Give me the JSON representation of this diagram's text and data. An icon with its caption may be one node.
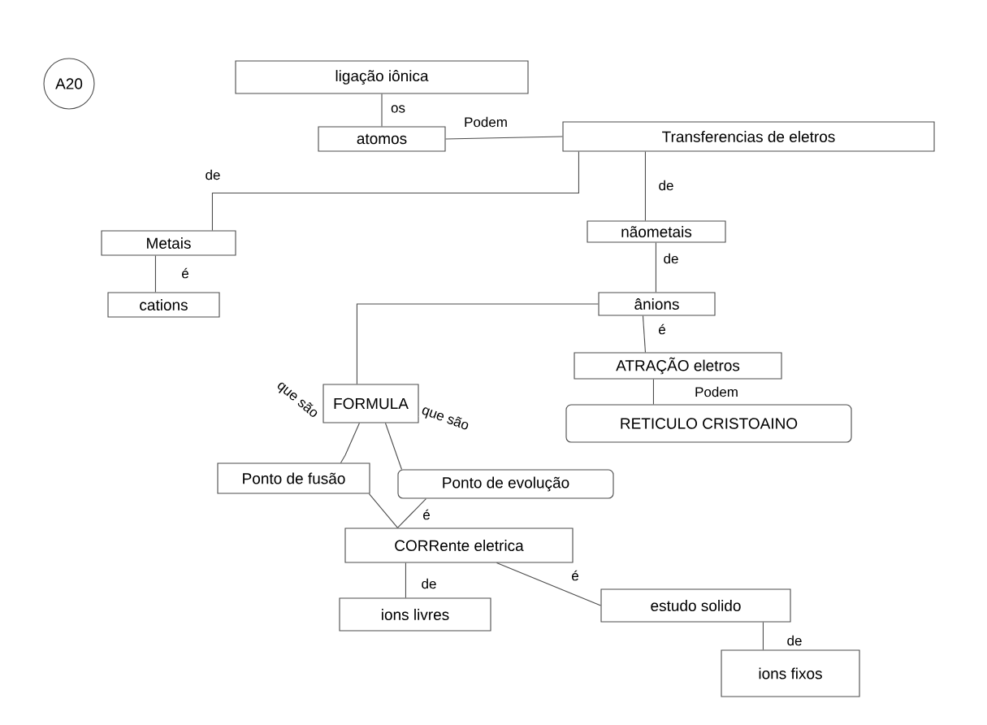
{
  "diagram": {
    "nodes": [
      {
        "text": [
          "ligação iônica"
        ]
      },
      {
        "text": [
          "atomos"
        ]
      },
      {
        "text": [
          "Transferencias de eletros"
        ]
      },
      {
        "text": [
          "Metais"
        ]
      },
      {
        "text": [
          "nãometais"
        ]
      },
      {
        "text": [
          "cations"
        ]
      },
      {
        "text": [
          "ânions"
        ]
      },
      {
        "text": [
          "ATRAÇÃO eletros"
        ]
      },
      {
        "text": [
          "FORMULA"
        ]
      },
      {
        "text": [
          "RETICULO CRISTOAINO"
        ]
      },
      {
        "text": [
          "Ponto de fusão"
        ]
      },
      {
        "text": [
          "Ponto de evolução"
        ]
      },
      {
        "text": [
          "CORRente eletrica"
        ]
      },
      {
        "text": [
          "estudo solido"
        ]
      },
      {
        "text": [
          "ions livres"
        ]
      },
      {
        "text": [
          "ions fixos"
        ]
      }
    ],
    "edges": [
      {
        "from": 0,
        "to": 1,
        "arrow": "none",
        "label": "os"
      },
      {
        "from": 1,
        "to": 2,
        "arrow": "none",
        "label": "Podem"
      },
      {
        "from": 2,
        "to": 3,
        "arrow": "none",
        "label": "de"
      },
      {
        "from": 2,
        "to": 4,
        "arrow": "none",
        "label": "de"
      },
      {
        "from": 3,
        "to": 5,
        "arrow": "none",
        "label": "é"
      },
      {
        "from": 4,
        "to": 6,
        "arrow": "none",
        "label": "de"
      },
      {
        "from": 6,
        "to": 8,
        "arrow": "none"
      },
      {
        "from": 6,
        "to": 7,
        "arrow": "none",
        "label": "é"
      },
      {
        "from": 7,
        "to": 9,
        "arrow": "none",
        "label": "Podem"
      },
      {
        "from": 8,
        "to": 10,
        "arrow": "none",
        "label": "que são"
      },
      {
        "from": 8,
        "to": 11,
        "arrow": "none",
        "label": "que são"
      },
      {
        "from": 10,
        "to": 12,
        "arrow": "none"
      },
      {
        "from": 11,
        "to": 12,
        "arrow": "none",
        "label": "é"
      },
      {
        "from": 12,
        "to": 14,
        "arrow": "none",
        "label": "de"
      },
      {
        "from": 12,
        "to": 13,
        "arrow": "none",
        "label": "é"
      },
      {
        "from": 13,
        "to": 15,
        "arrow": "none",
        "label": "de"
      }
    ],
    "labels": [
      "A20"
    ]
  }
}
